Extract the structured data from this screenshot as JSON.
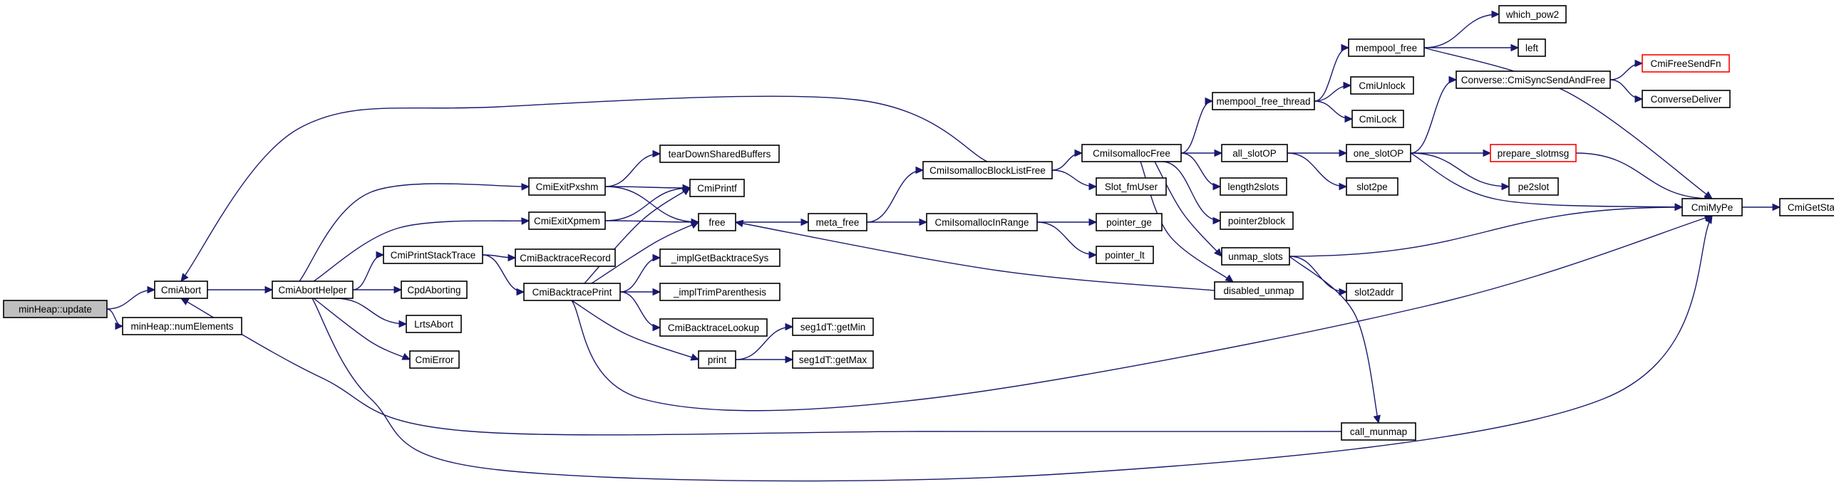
{
  "graph": {
    "nodes": [
      {
        "id": "minheap_update",
        "label": "minHeap::update",
        "root": true
      },
      {
        "id": "cmiabort",
        "label": "CmiAbort"
      },
      {
        "id": "minheap_numelements",
        "label": "minHeap::numElements"
      },
      {
        "id": "cmiaborthelper",
        "label": "CmiAbortHelper"
      },
      {
        "id": "cmiexitpxshm",
        "label": "CmiExitPxshm"
      },
      {
        "id": "cmiexitxpmem",
        "label": "CmiExitXpmem"
      },
      {
        "id": "cmiprintstacktrace",
        "label": "CmiPrintStackTrace"
      },
      {
        "id": "cpdaborting",
        "label": "CpdAborting"
      },
      {
        "id": "lrtsabort",
        "label": "LrtsAbort"
      },
      {
        "id": "cmierror",
        "label": "CmiError"
      },
      {
        "id": "teardownsharedbuffers",
        "label": "tearDownSharedBuffers"
      },
      {
        "id": "cmiprintf",
        "label": "CmiPrintf"
      },
      {
        "id": "free",
        "label": "free"
      },
      {
        "id": "cmibacktracerecord",
        "label": "CmiBacktraceRecord"
      },
      {
        "id": "cmibacktraceprint",
        "label": "CmiBacktracePrint"
      },
      {
        "id": "impl_getbacktracesys",
        "label": "_implGetBacktraceSys"
      },
      {
        "id": "impl_trimparenthesis",
        "label": "_implTrimParenthesis"
      },
      {
        "id": "cmibacktracelookup",
        "label": "CmiBacktraceLookup"
      },
      {
        "id": "print",
        "label": "print"
      },
      {
        "id": "seg1dt_getmin",
        "label": "seg1dT::getMin"
      },
      {
        "id": "seg1dt_getmax",
        "label": "seg1dT::getMax"
      },
      {
        "id": "meta_free",
        "label": "meta_free"
      },
      {
        "id": "cmiisomallocblocklistfree",
        "label": "CmiIsomallocBlockListFree"
      },
      {
        "id": "cmiisomallocinrange",
        "label": "CmiIsomallocInRange"
      },
      {
        "id": "pointer_ge",
        "label": "pointer_ge"
      },
      {
        "id": "pointer_lt",
        "label": "pointer_lt"
      },
      {
        "id": "cmiisomallocfree",
        "label": "CmiIsomallocFree"
      },
      {
        "id": "slot_fmuser",
        "label": "Slot_fmUser"
      },
      {
        "id": "mempool_free_thread",
        "label": "mempool_free_thread"
      },
      {
        "id": "mempool_free",
        "label": "mempool_free"
      },
      {
        "id": "which_pow2",
        "label": "which_pow2"
      },
      {
        "id": "left",
        "label": "left"
      },
      {
        "id": "cmiunlock",
        "label": "CmiUnlock"
      },
      {
        "id": "cmilock",
        "label": "CmiLock"
      },
      {
        "id": "all_slotop",
        "label": "all_slotOP"
      },
      {
        "id": "one_slotop",
        "label": "one_slotOP"
      },
      {
        "id": "length2slots",
        "label": "length2slots"
      },
      {
        "id": "pointer2block",
        "label": "pointer2block"
      },
      {
        "id": "unmap_slots",
        "label": "unmap_slots"
      },
      {
        "id": "disabled_unmap",
        "label": "disabled_unmap"
      },
      {
        "id": "slot2pe",
        "label": "slot2pe"
      },
      {
        "id": "slot2addr",
        "label": "slot2addr"
      },
      {
        "id": "call_munmap",
        "label": "call_munmap"
      },
      {
        "id": "converse_cmisyncsendandfree",
        "label": "Converse::CmiSyncSendAndFree"
      },
      {
        "id": "prepare_slotmsg",
        "label": "prepare_slotmsg",
        "truncated": true
      },
      {
        "id": "pe2slot",
        "label": "pe2slot"
      },
      {
        "id": "cmifreesendfn",
        "label": "CmiFreeSendFn",
        "truncated": true
      },
      {
        "id": "conversedeliver",
        "label": "ConverseDeliver"
      },
      {
        "id": "cmimype",
        "label": "CmiMyPe"
      },
      {
        "id": "cmigetstate",
        "label": "CmiGetState"
      }
    ],
    "edges": [
      [
        "minheap_update",
        "cmiabort"
      ],
      [
        "minheap_update",
        "minheap_numelements"
      ],
      [
        "cmiabort",
        "cmiaborthelper"
      ],
      [
        "cmiaborthelper",
        "cmiexitpxshm"
      ],
      [
        "cmiaborthelper",
        "cmiexitxpmem"
      ],
      [
        "cmiaborthelper",
        "cmiprintstacktrace"
      ],
      [
        "cmiaborthelper",
        "cpdaborting"
      ],
      [
        "cmiaborthelper",
        "lrtsabort"
      ],
      [
        "cmiaborthelper",
        "cmierror"
      ],
      [
        "cmiaborthelper",
        "cmimype"
      ],
      [
        "cmiexitpxshm",
        "teardownsharedbuffers"
      ],
      [
        "cmiexitpxshm",
        "cmiprintf"
      ],
      [
        "cmiexitpxshm",
        "free"
      ],
      [
        "cmiexitxpmem",
        "cmiprintf"
      ],
      [
        "cmiexitxpmem",
        "free"
      ],
      [
        "cmiprintstacktrace",
        "cmibacktracerecord"
      ],
      [
        "cmiprintstacktrace",
        "cmibacktraceprint"
      ],
      [
        "cmibacktraceprint",
        "cmiprintf"
      ],
      [
        "cmibacktraceprint",
        "free"
      ],
      [
        "cmibacktraceprint",
        "impl_getbacktracesys"
      ],
      [
        "cmibacktraceprint",
        "impl_trimparenthesis"
      ],
      [
        "cmibacktraceprint",
        "cmibacktracelookup"
      ],
      [
        "cmibacktraceprint",
        "print"
      ],
      [
        "cmibacktraceprint",
        "cmimype"
      ],
      [
        "print",
        "seg1dt_getmin"
      ],
      [
        "print",
        "seg1dt_getmax"
      ],
      [
        "free",
        "meta_free"
      ],
      [
        "meta_free",
        "cmiisomallocblocklistfree"
      ],
      [
        "meta_free",
        "cmiisomallocinrange"
      ],
      [
        "cmiisomallocinrange",
        "pointer_ge"
      ],
      [
        "cmiisomallocinrange",
        "pointer_lt"
      ],
      [
        "cmiisomallocblocklistfree",
        "cmiabort"
      ],
      [
        "cmiisomallocblocklistfree",
        "cmiisomallocfree"
      ],
      [
        "cmiisomallocblocklistfree",
        "slot_fmuser"
      ],
      [
        "cmiisomallocfree",
        "mempool_free_thread"
      ],
      [
        "cmiisomallocfree",
        "all_slotop"
      ],
      [
        "cmiisomallocfree",
        "length2slots"
      ],
      [
        "cmiisomallocfree",
        "pointer2block"
      ],
      [
        "cmiisomallocfree",
        "unmap_slots"
      ],
      [
        "cmiisomallocfree",
        "disabled_unmap"
      ],
      [
        "mempool_free_thread",
        "mempool_free"
      ],
      [
        "mempool_free_thread",
        "cmiunlock"
      ],
      [
        "mempool_free_thread",
        "cmilock"
      ],
      [
        "mempool_free",
        "which_pow2"
      ],
      [
        "mempool_free",
        "left"
      ],
      [
        "mempool_free",
        "cmimype"
      ],
      [
        "all_slotop",
        "one_slotop"
      ],
      [
        "all_slotop",
        "slot2pe"
      ],
      [
        "one_slotop",
        "converse_cmisyncsendandfree"
      ],
      [
        "one_slotop",
        "prepare_slotmsg"
      ],
      [
        "one_slotop",
        "pe2slot"
      ],
      [
        "one_slotop",
        "cmimype"
      ],
      [
        "converse_cmisyncsendandfree",
        "cmifreesendfn"
      ],
      [
        "converse_cmisyncsendandfree",
        "conversedeliver"
      ],
      [
        "prepare_slotmsg",
        "cmimype"
      ],
      [
        "unmap_slots",
        "slot2addr"
      ],
      [
        "unmap_slots",
        "call_munmap"
      ],
      [
        "unmap_slots",
        "cmimype"
      ],
      [
        "disabled_unmap",
        "free"
      ],
      [
        "call_munmap",
        "cmiabort"
      ],
      [
        "cmimype",
        "cmigetstate"
      ]
    ]
  }
}
